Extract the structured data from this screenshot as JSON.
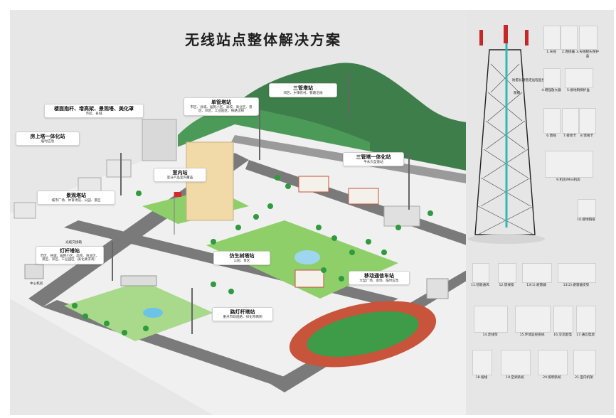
{
  "title": "无线站点整体解决方案",
  "callouts": [
    {
      "id": "rooftop-pole",
      "title": "楼面抱杆、增高架、景观塔、美化罩",
      "desc": "市区、县城"
    },
    {
      "id": "rooftop-tower",
      "title": "房上塔一体化站",
      "desc": "临时应急"
    },
    {
      "id": "landscape",
      "title": "景观塔站",
      "desc": "城市广场、体育场馆、公园、景区"
    },
    {
      "id": "single-tube",
      "title": "单管塔站",
      "desc": "市区、县城、居民小区、高校、商业区、景区、郊区、工业园区、铁路沿线"
    },
    {
      "id": "three-tube",
      "title": "三管塔站",
      "desc": "郊区、乡镇农村、铁路沿线"
    },
    {
      "id": "three-tube-integrated",
      "title": "三管塔一体化站",
      "desc": "半永久型基站"
    },
    {
      "id": "indoor",
      "title": "室内站",
      "desc": "室分产品室内覆盖"
    },
    {
      "id": "lamp-pole",
      "title": "灯杆塔站",
      "desc": "市区、县城、居民小区、高校、商业区、景区、郊区、工业园区（美化要求高）"
    },
    {
      "id": "bionic-tree",
      "title": "仿生树塔站",
      "desc": "公园、景区"
    },
    {
      "id": "mobile-vehicle",
      "title": "移动通信车站",
      "desc": "大型广场、会场、临时应急"
    },
    {
      "id": "street-lamp",
      "title": "路灯杆塔站",
      "desc": "重点市政道路、绿化带两侧"
    }
  ],
  "small_labels": {
    "machine_room": "中心机房",
    "optical_box": "光缆交接箱"
  },
  "tower_labels": {
    "monitor": "防雷长期稳定远程监控系统",
    "ladder": "爬梯"
  },
  "products": [
    {
      "id": "p1",
      "label": "1.天线"
    },
    {
      "id": "p2",
      "label": "2.连接器"
    },
    {
      "id": "p3",
      "label": "3.天线接头保护盒"
    },
    {
      "id": "p4",
      "label": "4.增强放大器"
    },
    {
      "id": "p5",
      "label": "5.接地铜保护盒"
    },
    {
      "id": "p6",
      "label": "6.馈线"
    },
    {
      "id": "p7",
      "label": "7.接地卡"
    },
    {
      "id": "p8",
      "label": "8.馈线卡"
    },
    {
      "id": "p9",
      "label": "9.机房/Mini机房"
    },
    {
      "id": "p10",
      "label": "10.接地铜排"
    },
    {
      "id": "p11",
      "label": "11.智能通风"
    },
    {
      "id": "p12",
      "label": "12.馈线窗"
    },
    {
      "id": "p13a",
      "label": "13(1).避雷器"
    },
    {
      "id": "p13b",
      "label": "13(2).避雷器支架"
    },
    {
      "id": "p14",
      "label": "14.走线架"
    },
    {
      "id": "p15",
      "label": "15.环境监控系统"
    },
    {
      "id": "p16",
      "label": "16.交流配电"
    },
    {
      "id": "p17",
      "label": "17.通信电源"
    },
    {
      "id": "p18",
      "label": "18.熔线"
    },
    {
      "id": "p19",
      "label": "19.空调系统"
    },
    {
      "id": "p20",
      "label": "20.照明系统"
    },
    {
      "id": "p21",
      "label": "21.室内机架"
    }
  ],
  "colors": {
    "panel": "#e6e6e6",
    "ground": "#ececec",
    "road": "#7a7a7a",
    "grass": "#8fcf6a",
    "hill": "#3d7f4a",
    "track": "#c8543c",
    "field": "#3e9b48",
    "tower": "#33b8b8",
    "antenna": "#c62828",
    "roof": "#c9533e"
  }
}
